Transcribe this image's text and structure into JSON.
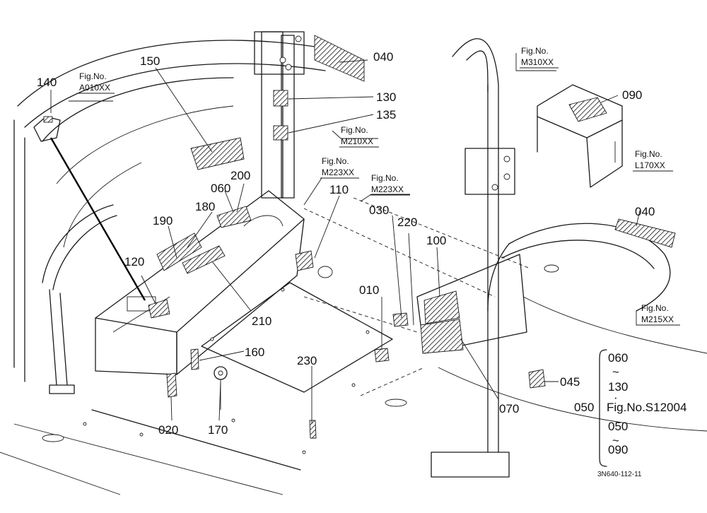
{
  "part_numbers": {
    "p140": "140",
    "p150": "150",
    "p040a": "040",
    "p130": "130",
    "p135": "135",
    "p090": "090",
    "p200": "200",
    "p060": "060",
    "p110": "110",
    "p180": "180",
    "p190": "190",
    "p120": "120",
    "p030": "030",
    "p220": "220",
    "p100": "100",
    "p040b": "040",
    "p210": "210",
    "p010": "010",
    "p160": "160",
    "p230": "230",
    "p045": "045",
    "p070": "070",
    "p020": "020",
    "p170": "170",
    "p050": "050"
  },
  "figure_refs": {
    "a010": {
      "label": "Fig.No.",
      "code": "A010XX"
    },
    "m310": {
      "label": "Fig.No.",
      "code": "M310XX"
    },
    "m210": {
      "label": "Fig.No.",
      "code": "M210XX"
    },
    "m223a": {
      "label": "Fig.No.",
      "code": "M223XX"
    },
    "m223b": {
      "label": "Fig.No.",
      "code": "M223XX"
    },
    "l170": {
      "label": "Fig.No.",
      "code": "L170XX"
    },
    "m215": {
      "label": "Fig.No.",
      "code": "M215XX"
    }
  },
  "legend": {
    "range1_from": "060",
    "tilde": "~",
    "range1_to": "130",
    "dot": "·",
    "fig_ref": "Fig.No.S12004",
    "range2_from": "050",
    "range2_to": "090"
  },
  "drawing_code": "3N640-112-11"
}
